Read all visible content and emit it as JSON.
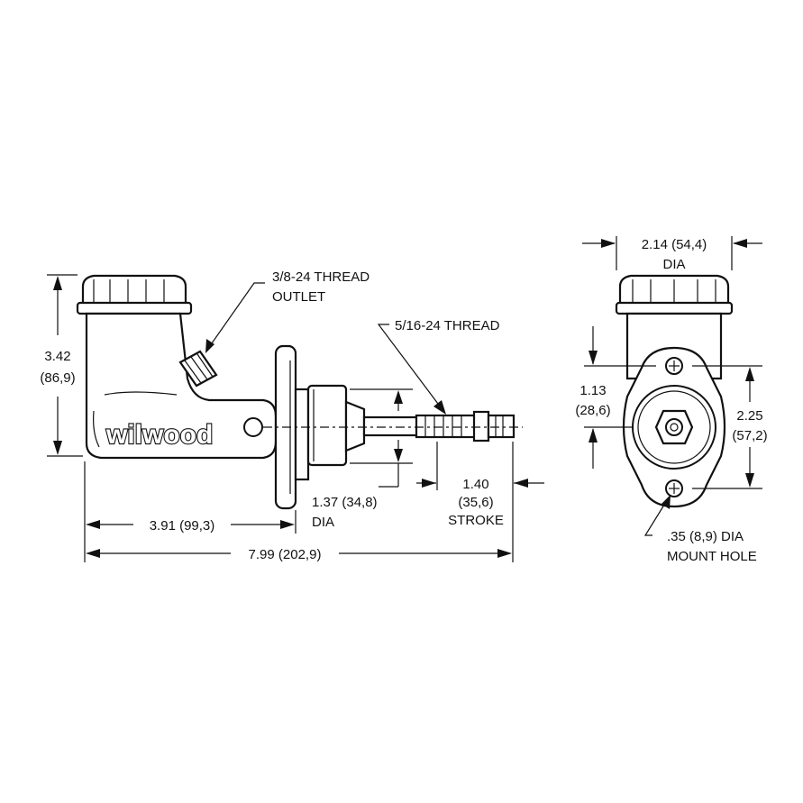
{
  "brand": {
    "logo_text": "wilwood"
  },
  "side_view": {
    "outlet_callout": {
      "line1": "3/8-24 THREAD",
      "line2": "OUTLET"
    },
    "rod_thread_callout": "5/16-24 THREAD",
    "height_dim": {
      "inch": "3.42",
      "mm": "(86,9)"
    },
    "bore_dim": {
      "line1": "1.37 (34,8)",
      "line2": "DIA"
    },
    "stroke_dim": {
      "inch": "1.40",
      "mm": "(35,6)",
      "label": "STROKE"
    },
    "mount_dim": "3.91 (99,3)",
    "overall_dim": "7.99 (202,9)"
  },
  "end_view": {
    "cap_dia": {
      "line1": "2.14 (54,4)",
      "line2": "DIA"
    },
    "bore_offset": {
      "inch": "1.13",
      "mm": "(28,6)"
    },
    "hole_spacing": {
      "inch": "2.25",
      "mm": "(57,2)"
    },
    "mount_hole": {
      "line1": ".35 (8,9) DIA",
      "line2": "MOUNT HOLE"
    }
  }
}
